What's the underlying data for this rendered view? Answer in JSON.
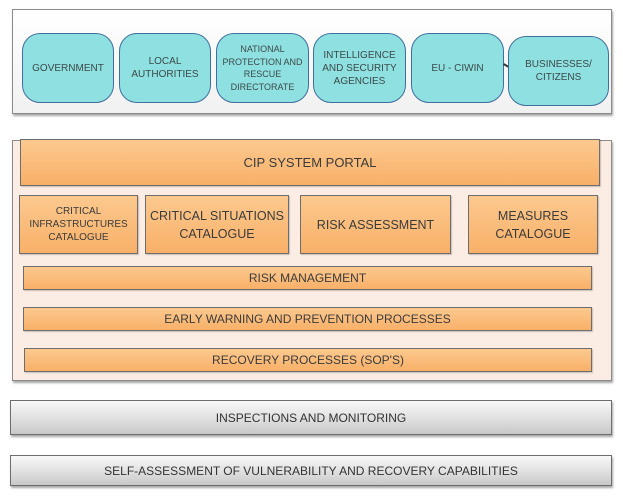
{
  "stakeholders": {
    "items": [
      {
        "label": "GOVERNMENT"
      },
      {
        "label": "LOCAL AUTHORITIES"
      },
      {
        "label": "NATIONAL PROTECTION AND RESCUE DIRECTORATE"
      },
      {
        "label": "INTELLIGENCE AND SECURITY AGENCIES"
      },
      {
        "label": "EU - CIWIN"
      },
      {
        "label": "BUSINESSES/ CITIZENS"
      }
    ],
    "color": "#8fe0e0",
    "border_color": "#3f6fa0"
  },
  "cip_system": {
    "portal_label": "CIP SYSTEM PORTAL",
    "modules": [
      {
        "label": "CRITICAL INFRASTRUCTURES CATALOGUE"
      },
      {
        "label": "CRITICAL SITUATIONS CATALOGUE"
      },
      {
        "label": "RISK ASSESSMENT"
      },
      {
        "label": "MEASURES CATALOGUE"
      }
    ],
    "processes": [
      {
        "label": "RISK MANAGEMENT"
      },
      {
        "label": "EARLY WARNING AND PREVENTION PROCESSES"
      },
      {
        "label": "RECOVERY PROCESSES (SOP'S)"
      }
    ],
    "color": "#f8b068"
  },
  "foundation": {
    "layers": [
      {
        "label": "INSPECTIONS AND MONITORING"
      },
      {
        "label": "SELF-ASSESSMENT OF VULNERABILITY AND RECOVERY CAPABILITIES"
      }
    ],
    "color": "#d8d8d8"
  }
}
